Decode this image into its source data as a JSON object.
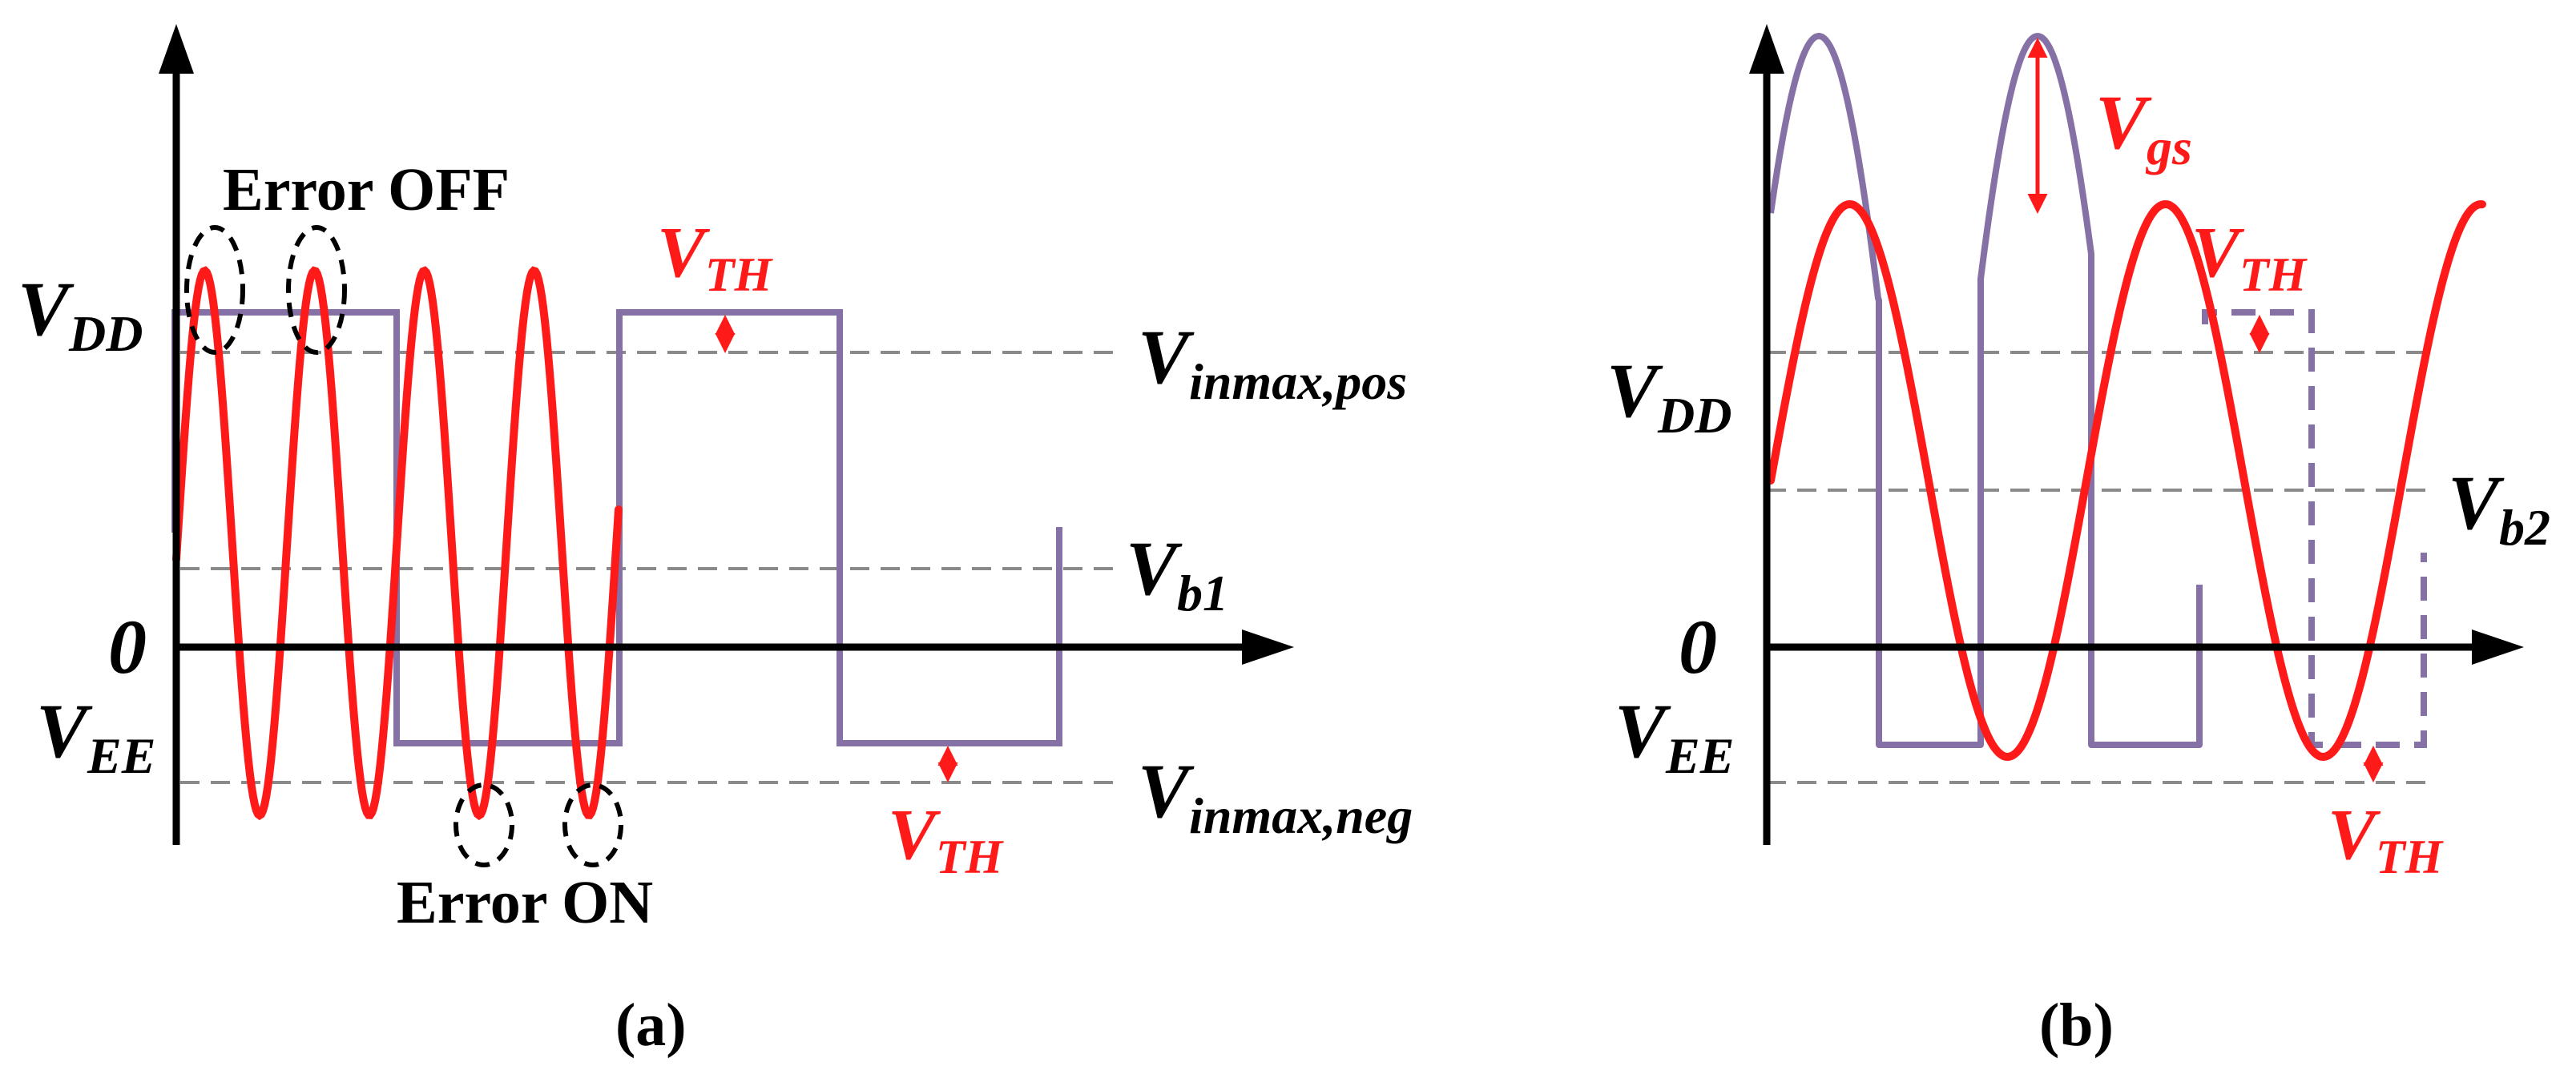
{
  "colors": {
    "signal": "#ff1a1a",
    "gate": "#8671a6",
    "reference": "#8a8a8a",
    "axis": "#000000",
    "annotation": "#000000"
  },
  "panel_a": {
    "caption": "(a)",
    "labels": {
      "vdd_main": "V",
      "vdd_sub": "DD",
      "vee_main": "V",
      "vee_sub": "EE",
      "zero": "0",
      "vinmax_pos_main": "V",
      "vinmax_pos_sub": "inmax,pos",
      "vb1_main": "V",
      "vb1_sub": "b1",
      "vinmax_neg_main": "V",
      "vinmax_neg_sub": "inmax,neg",
      "vth_top_main": "V",
      "vth_top_sub": "TH",
      "vth_bottom_main": "V",
      "vth_bottom_sub": "TH",
      "error_off": "Error OFF",
      "error_on": "Error ON"
    }
  },
  "panel_b": {
    "caption": "(b)",
    "labels": {
      "vdd_main": "V",
      "vdd_sub": "DD",
      "vee_main": "V",
      "vee_sub": "EE",
      "zero": "0",
      "vb2_main": "V",
      "vb2_sub": "b2",
      "vgs_main": "V",
      "vgs_sub": "gs",
      "vth_top_main": "V",
      "vth_top_sub": "TH",
      "vth_bottom_main": "V",
      "vth_bottom_sub": "TH"
    }
  }
}
